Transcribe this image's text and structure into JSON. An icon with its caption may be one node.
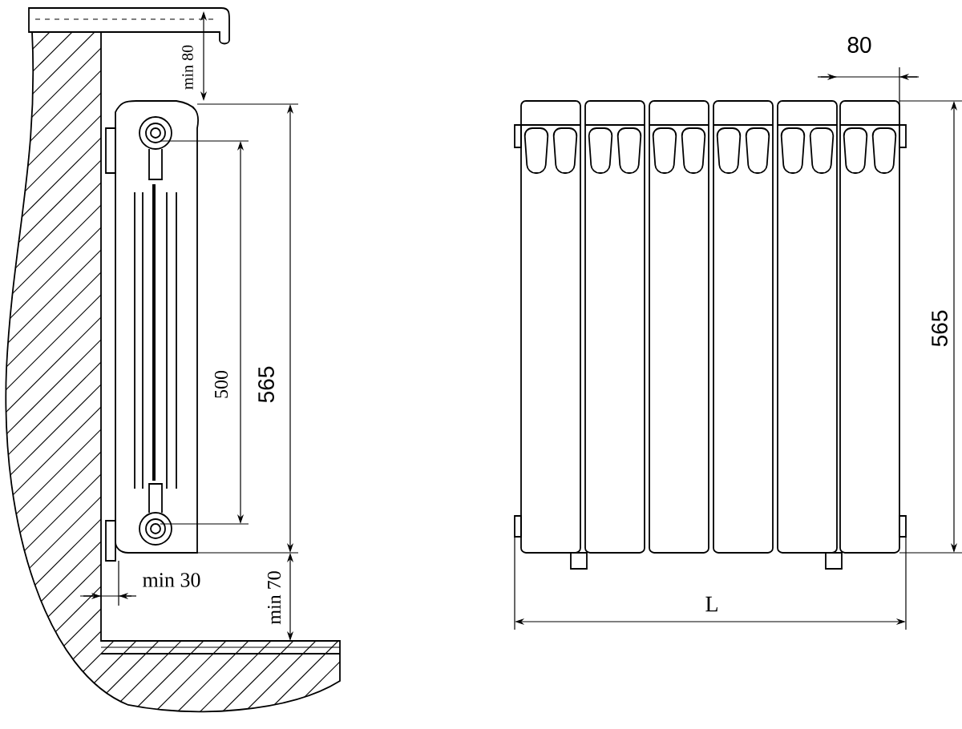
{
  "diagram": {
    "labels": [
      "min 80",
      "565",
      "500",
      "min 30",
      "min 70",
      "80",
      "565",
      "L"
    ]
  }
}
